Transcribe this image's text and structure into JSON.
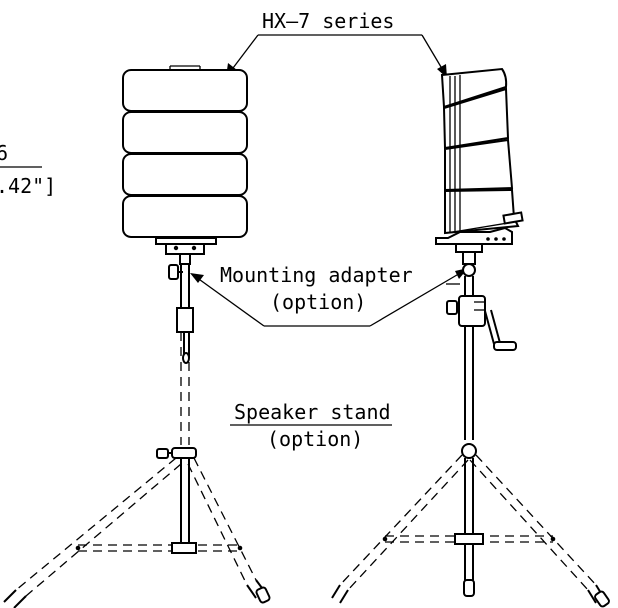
{
  "labels": {
    "series": "HX—7 series",
    "adapter_line1": "Mounting adapter",
    "adapter_line2": "(option)",
    "stand_line1": "Speaker stand",
    "stand_line2": "(option)",
    "dim_top": "6",
    "dim_bottom": ".42\"]"
  }
}
